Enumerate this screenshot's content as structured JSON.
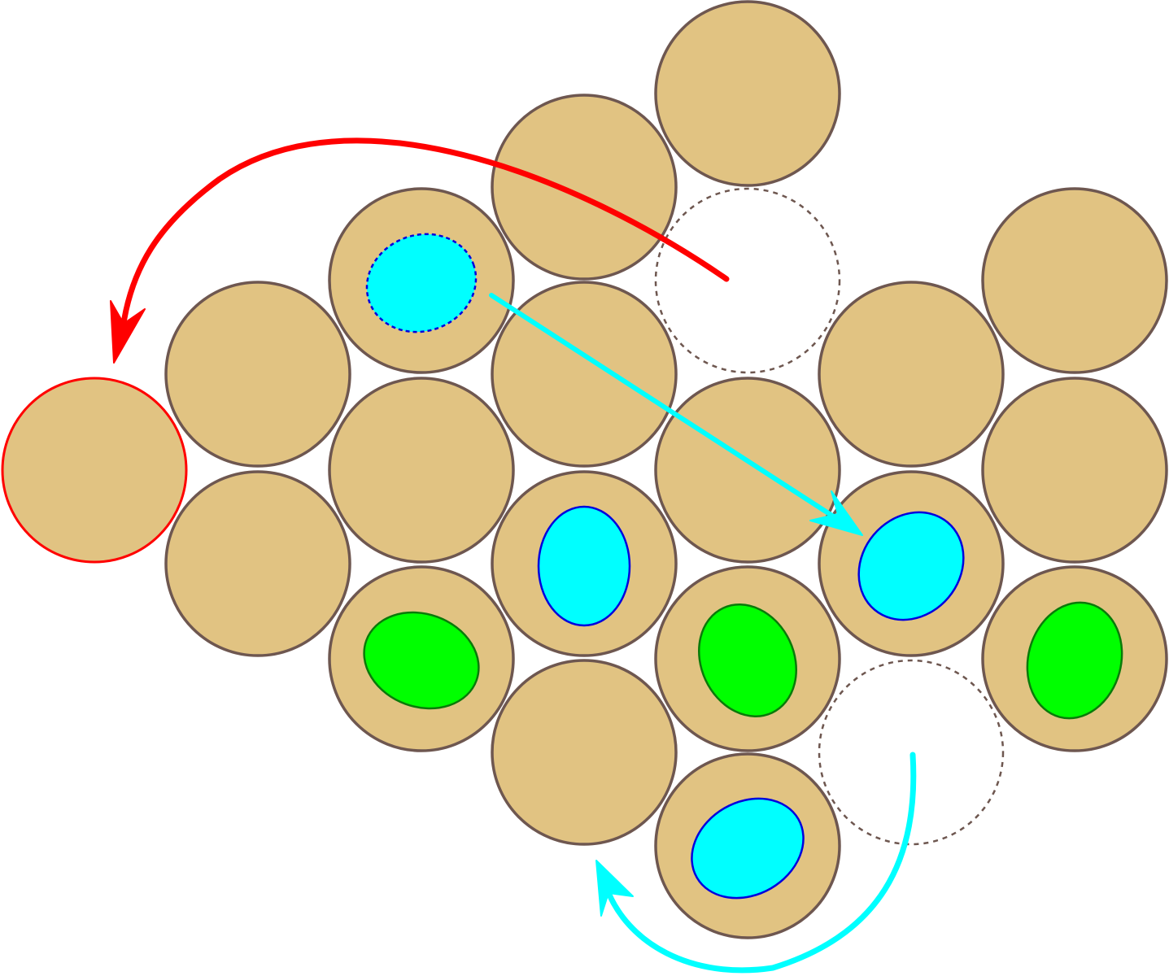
{
  "colors": {
    "cell_fill": "#e1c382",
    "cell_stroke": "#6e5750",
    "vacancy_stroke": "#6e5750",
    "highlight_stroke": "#ff0000",
    "cyan_fill": "#00ffff",
    "cyan_stroke": "#0000dd",
    "green_fill": "#00ff00",
    "green_stroke": "#0a7a0a",
    "arrow_red": "#ff0000",
    "arrow_cyan": "#00ffff"
  },
  "cells": [
    {
      "id": "c1",
      "kind": "plain"
    },
    {
      "id": "c2",
      "kind": "plain"
    },
    {
      "id": "c3",
      "kind": "vacancy"
    },
    {
      "id": "c4",
      "kind": "plain"
    },
    {
      "id": "c5",
      "kind": "inclusion-cyan-dashed"
    },
    {
      "id": "c6",
      "kind": "plain"
    },
    {
      "id": "c7",
      "kind": "plain"
    },
    {
      "id": "c8",
      "kind": "plain"
    },
    {
      "id": "c9",
      "kind": "plain"
    },
    {
      "id": "c10",
      "kind": "plain"
    },
    {
      "id": "c11",
      "kind": "plain"
    },
    {
      "id": "c12",
      "kind": "plain"
    },
    {
      "id": "c13",
      "kind": "highlighted"
    },
    {
      "id": "c14",
      "kind": "plain"
    },
    {
      "id": "c15",
      "kind": "inclusion-cyan"
    },
    {
      "id": "c16",
      "kind": "inclusion-cyan"
    },
    {
      "id": "c17",
      "kind": "inclusion-green"
    },
    {
      "id": "c18",
      "kind": "inclusion-green"
    },
    {
      "id": "c19",
      "kind": "inclusion-green"
    },
    {
      "id": "c20",
      "kind": "plain"
    },
    {
      "id": "c21",
      "kind": "vacancy"
    },
    {
      "id": "c22",
      "kind": "inclusion-cyan"
    }
  ],
  "arrows": [
    {
      "id": "red-jump",
      "color": "red"
    },
    {
      "id": "cyan-diagonal",
      "color": "cyan"
    },
    {
      "id": "cyan-curve",
      "color": "cyan"
    }
  ]
}
